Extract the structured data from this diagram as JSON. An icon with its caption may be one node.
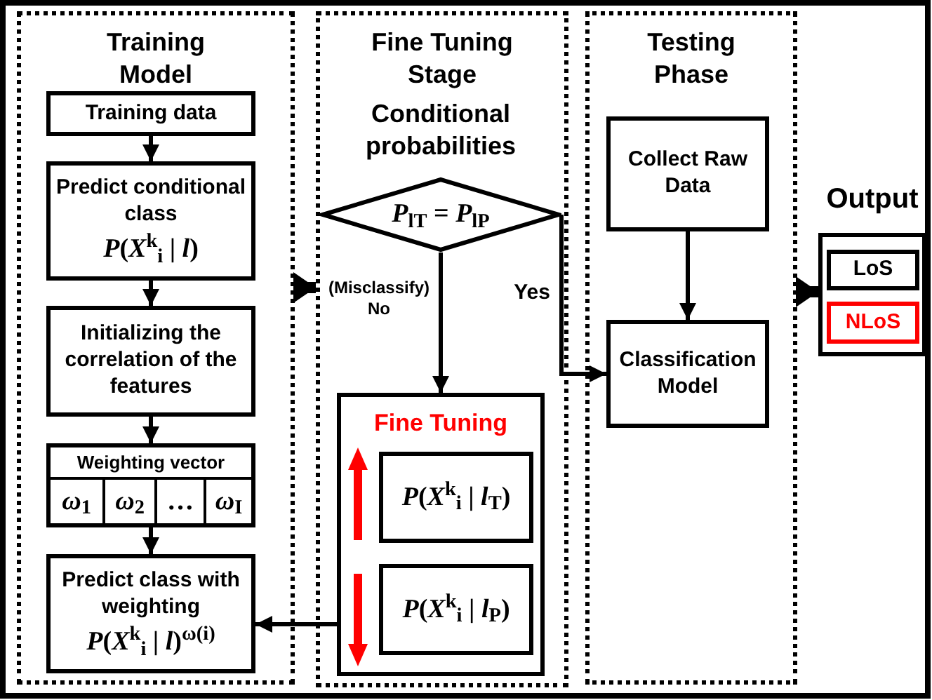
{
  "diagram": {
    "nodes": [
      {
        "text": [
          "Training Model"
        ]
      },
      {
        "text": [
          "Training data"
        ],
        "in": 0
      },
      {
        "text": [
          "Predict conditional class",
          "*P*(*X*$^{k}$$_{i}$ | *l*)"
        ],
        "in": 0
      },
      {
        "text": [
          "Initializing the correlation of the features"
        ],
        "in": 0
      },
      {
        "text": [
          "Weighting vector"
        ],
        "in": 0
      },
      {
        "text": [
          "*ω*$_{1}$"
        ],
        "in": 4
      },
      {
        "text": [
          "*ω*$_{2}$"
        ],
        "in": 4
      },
      {
        "text": [
          "…"
        ],
        "in": 4
      },
      {
        "text": [
          "*ω*$_{I}$"
        ],
        "in": 4
      },
      {
        "text": [
          "Predict class with weighting",
          "*P*(*X*$^{k}$$_{i}$ | *l*)$^{ω(i)}$"
        ],
        "in": 0
      },
      {
        "text": [
          "Fine Tuning Stage"
        ]
      },
      {
        "text": [
          "*P*$_{lT}$ = *P*$_{lP}$"
        ],
        "beside": [
          "Conditional probabilities"
        ],
        "in": 10
      },
      {
        "text": [
          "Fine Tuning"
        ],
        "in": 10
      },
      {
        "text": [
          "*P*(*X*$^{k}$$_{i}$ | *l*$_{T}$)"
        ],
        "in": 12
      },
      {
        "text": [
          "*P*(*X*$^{k}$$_{i}$ | *l*$_{P}$)"
        ],
        "in": 12
      },
      {
        "text": [
          "Testing Phase"
        ]
      },
      {
        "text": [
          "Collect Raw Data"
        ],
        "in": 15
      },
      {
        "text": [
          "Classification Model"
        ],
        "in": 15
      },
      {
        "text": [
          "Output"
        ]
      },
      {
        "text": [
          "LoS"
        ],
        "in": 18
      },
      {
        "text": [
          "NLoS"
        ],
        "in": 18
      }
    ],
    "edges": [
      {
        "from": 1,
        "to": 2,
        "arrow": "to"
      },
      {
        "from": 2,
        "to": 3,
        "arrow": "to"
      },
      {
        "from": 3,
        "to": 4,
        "arrow": "to"
      },
      {
        "from": 4,
        "to": 9,
        "arrow": "to"
      },
      {
        "from": 0,
        "to": 10,
        "arrow": "to",
        "style": "thick"
      },
      {
        "from": 11,
        "to": 12,
        "arrow": "to",
        "label": "(Misclassify) No"
      },
      {
        "from": 11,
        "to": 17,
        "arrow": "to",
        "label": "Yes"
      },
      {
        "from": 12,
        "to": 9,
        "arrow": "to"
      },
      {
        "from": 16,
        "to": 17,
        "arrow": "to"
      },
      {
        "from": 15,
        "to": 18,
        "arrow": "to",
        "style": "thick"
      }
    ]
  }
}
